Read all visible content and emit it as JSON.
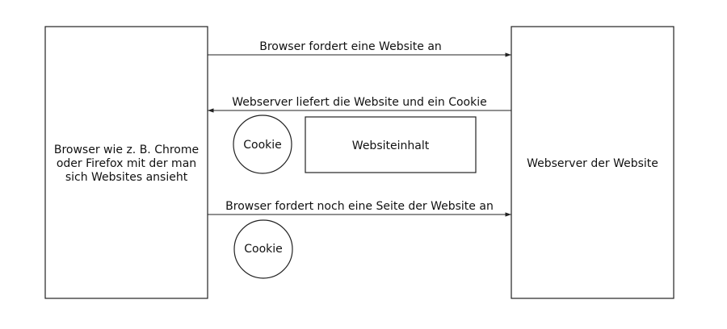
{
  "nodes": {
    "browser": {
      "lines": [
        "Browser wie z. B. Chrome",
        "oder Firefox mit der man",
        "sich Websites ansieht"
      ]
    },
    "webserver": {
      "label": "Webserver der Website"
    },
    "website_content": {
      "label": "Websiteinhalt"
    },
    "cookie_1": {
      "label": "Cookie"
    },
    "cookie_2": {
      "label": "Cookie"
    }
  },
  "edges": [
    {
      "from": "browser",
      "to": "webserver",
      "label": "Browser fordert eine Website an"
    },
    {
      "from": "webserver",
      "to": "browser",
      "label": "Webserver liefert die Website und ein Cookie"
    },
    {
      "from": "browser",
      "to": "webserver",
      "label": "Browser fordert noch eine Seite der Website an"
    }
  ],
  "colors": {
    "stroke": "#222222",
    "background": "#ffffff",
    "text": "#111111"
  }
}
